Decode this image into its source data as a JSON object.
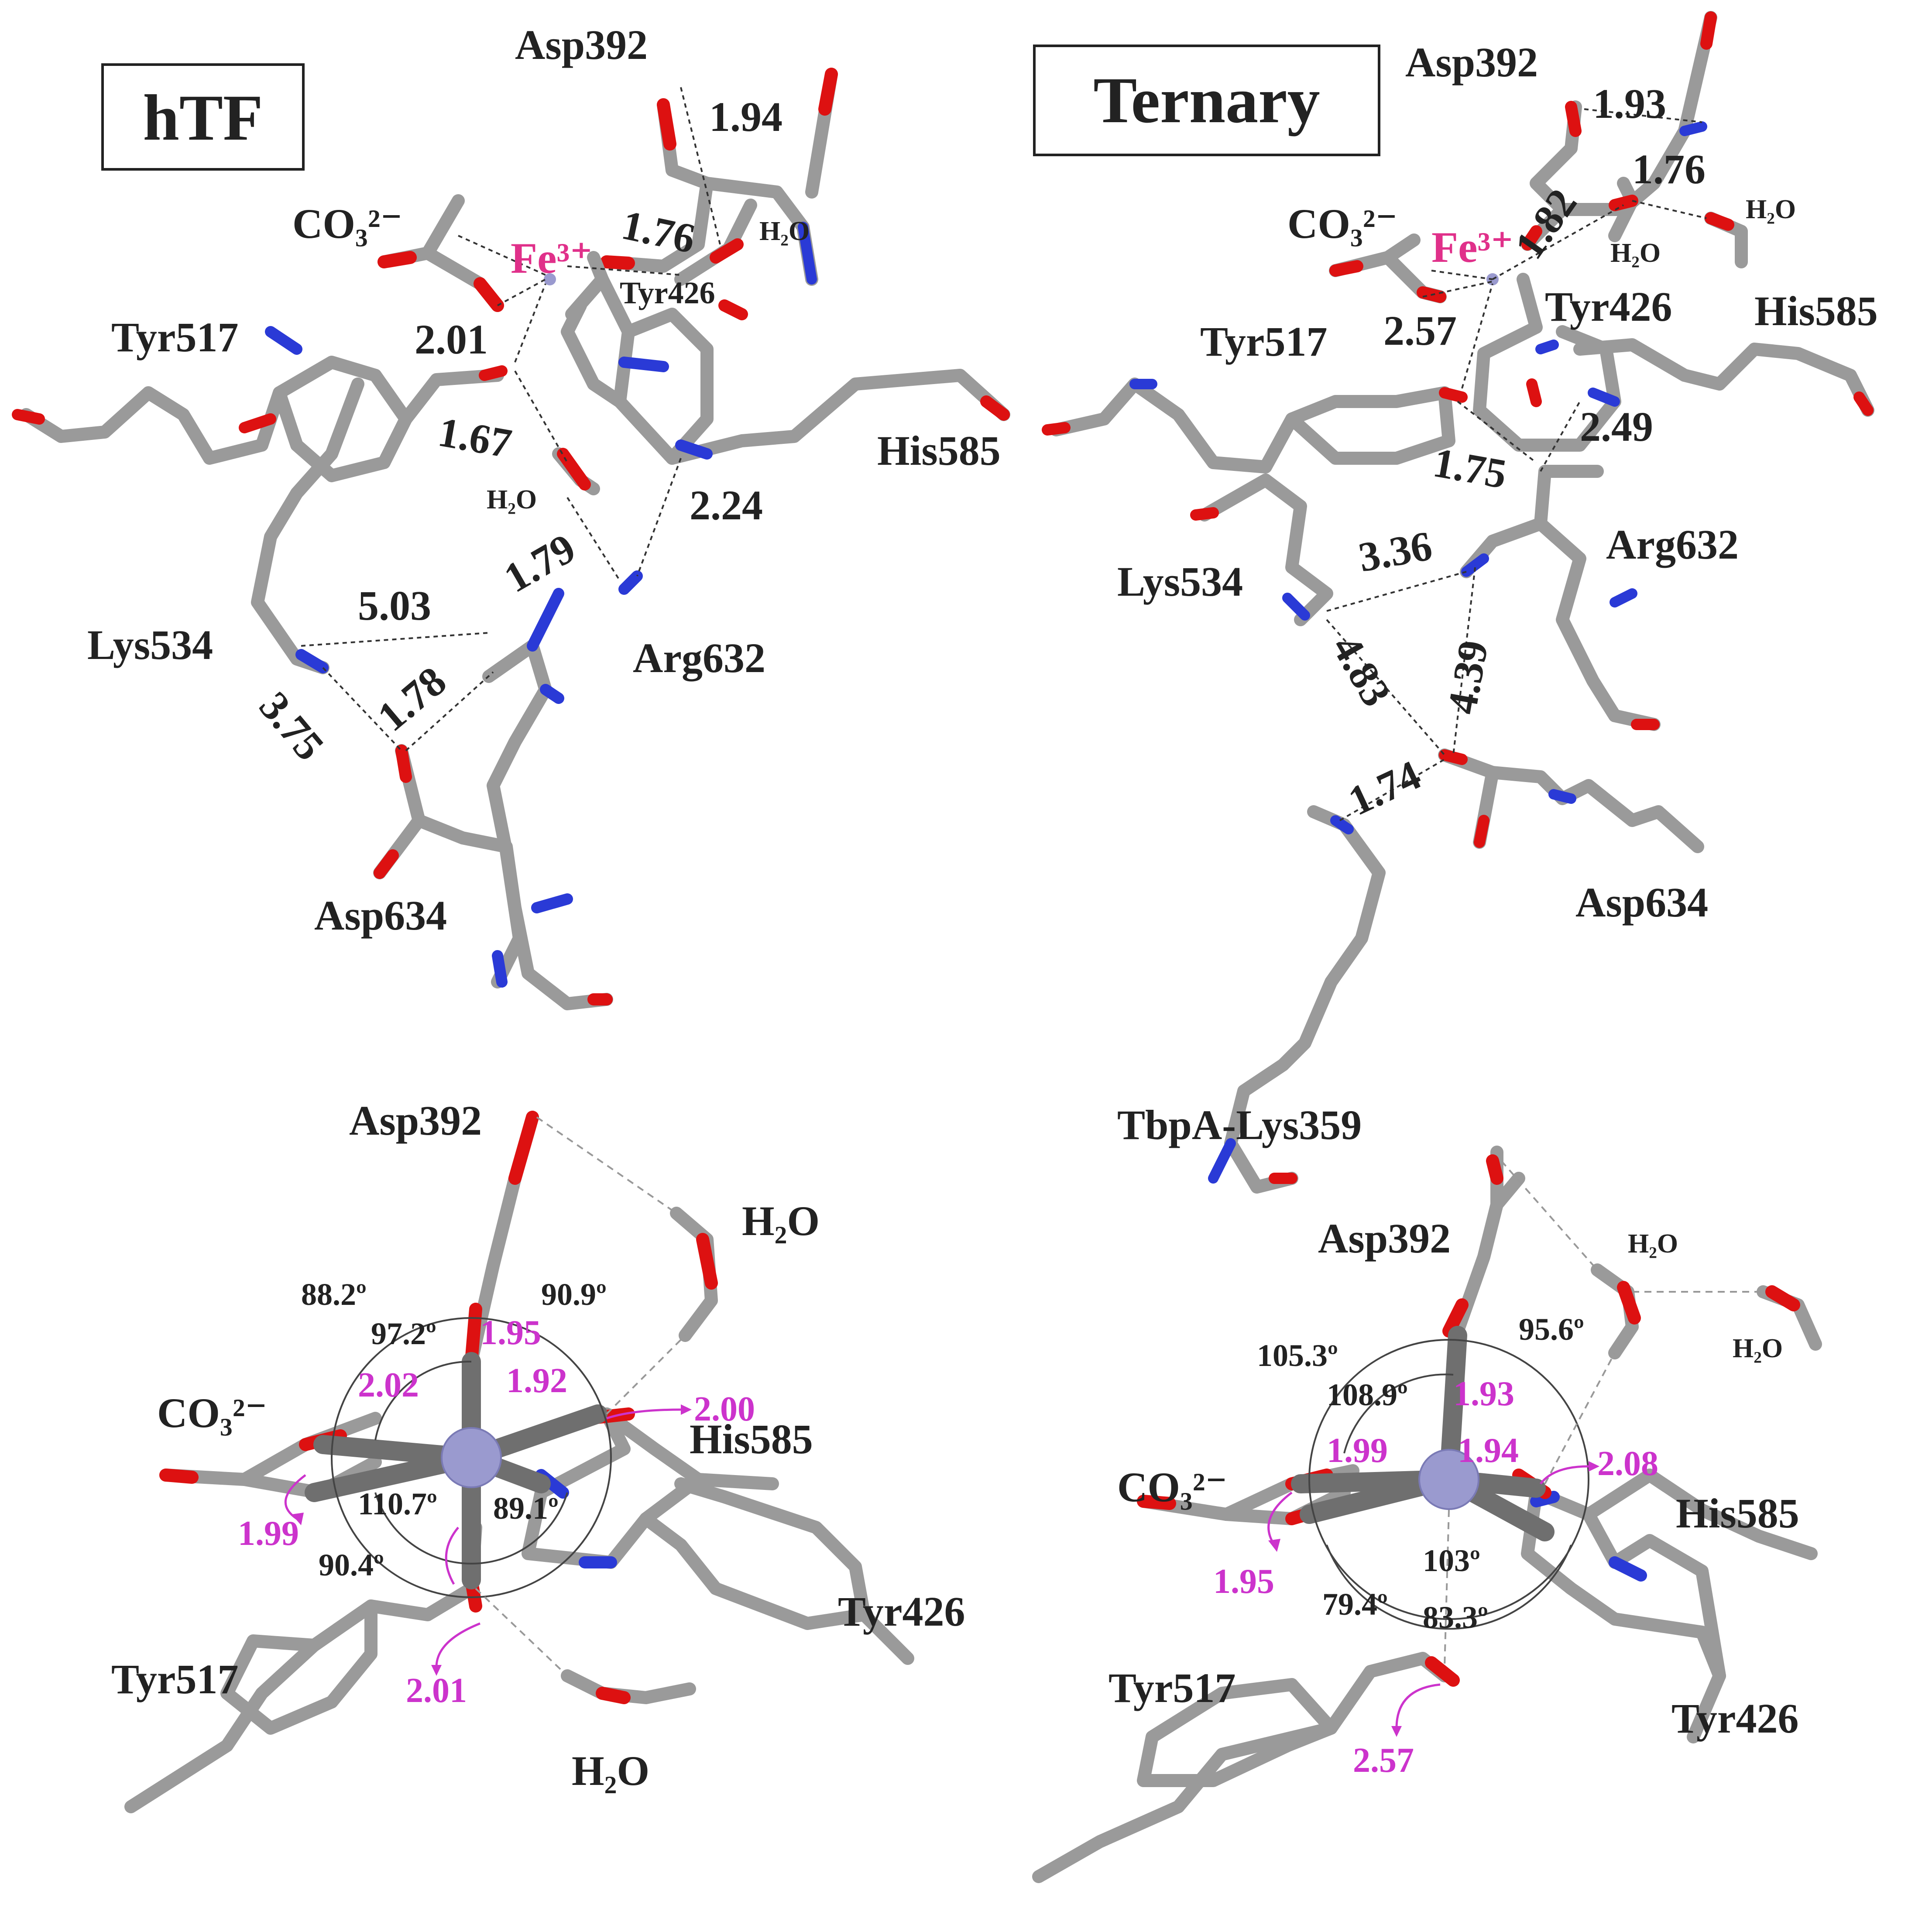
{
  "panels": {
    "top_left": {
      "title": "hTF",
      "residues": [
        "Asp392",
        "Tyr517",
        "Lys534",
        "Arg632",
        "Asp634",
        "His585"
      ],
      "small_labels": [
        "Tyr426",
        "H₂O",
        "H₂O"
      ],
      "carbonate": "CO₃²⁻",
      "metal": "Fe³⁺",
      "distances": [
        "1.94",
        "1.76",
        "2.01",
        "1.67",
        "2.24",
        "1.79",
        "5.03",
        "1.78",
        "3.75"
      ]
    },
    "top_right": {
      "title": "Ternary",
      "residues": [
        "Asp392",
        "Tyr426",
        "His585",
        "Tyr517",
        "Arg632",
        "Lys534",
        "Asp634",
        "TbpA-Lys359"
      ],
      "small_labels": [
        "H₂O",
        "H₂O"
      ],
      "carbonate": "CO₃²⁻",
      "metal": "Fe³⁺",
      "distances": [
        "1.93",
        "1.76",
        "1.82",
        "2.57",
        "1.75",
        "2.49",
        "3.36",
        "4.83",
        "4.39",
        "1.74"
      ]
    },
    "bottom_left": {
      "residues": [
        "Asp392",
        "His585",
        "Tyr426",
        "Tyr517"
      ],
      "water_labels": [
        "H₂O",
        "H₂O"
      ],
      "carbonate": "CO₃²⁻",
      "angles": [
        "88.2º",
        "97.2º",
        "90.9º",
        "110.7º",
        "89.1º",
        "90.4º"
      ],
      "bond_lengths": [
        "1.95",
        "2.02",
        "1.92",
        "2.00",
        "1.99",
        "2.01"
      ]
    },
    "bottom_right": {
      "residues": [
        "Asp392",
        "His585",
        "Tyr426",
        "Tyr517"
      ],
      "water_labels": [
        "H₂O",
        "H₂O"
      ],
      "carbonate": "CO₃²⁻",
      "angles": [
        "105.3º",
        "95.6º",
        "108.9º",
        "103º",
        "79.4º",
        "83.3º"
      ],
      "bond_lengths": [
        "1.93",
        "1.99",
        "1.94",
        "2.08",
        "1.95",
        "2.57"
      ]
    }
  },
  "colors": {
    "carbon": "#9a9a9a",
    "oxygen": "#dd1111",
    "nitrogen": "#2a3ad6",
    "iron": "#9a9acf",
    "metal_label": "#e0308a",
    "bond_length_label": "#cc33cc"
  }
}
